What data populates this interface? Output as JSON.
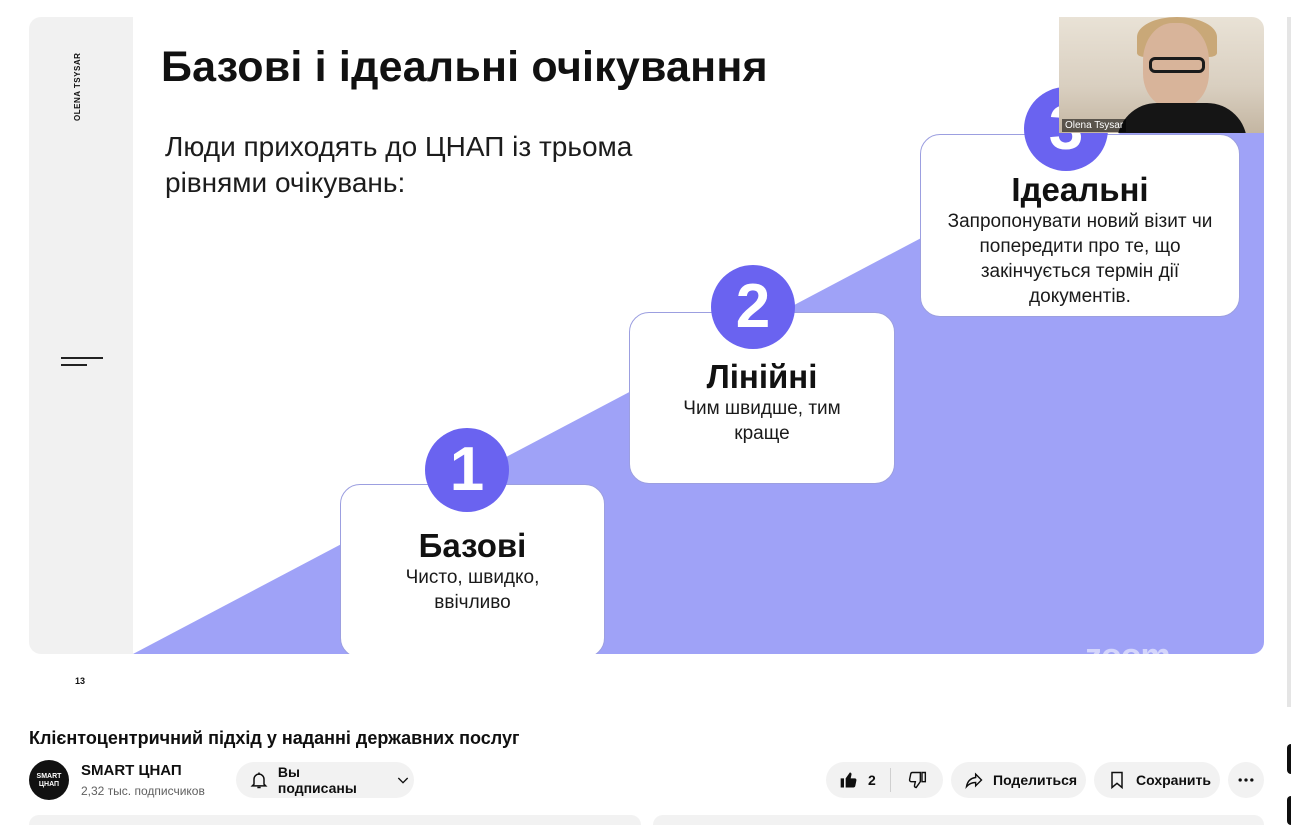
{
  "slide": {
    "brand_vertical": "OLENA TSYSAR",
    "title": "Базові і ідеальні очікування",
    "subtitle": "Люди приходять до ЦНАП із трьома рівнями очікувань:",
    "page_number": "13",
    "accent_color": "#6a63f0",
    "ramp_color": "#9fa2f7",
    "steps": [
      {
        "number": "1",
        "name": "Базові",
        "desc": "Чисто, швидко, ввічливо"
      },
      {
        "number": "2",
        "name": "Лінійні",
        "desc": "Чим швидше, тим краще"
      },
      {
        "number": "3",
        "name": "Ідеальні",
        "desc": "Запропонувати новий візит чи попередити про те, що закінчується термін дії документів."
      }
    ]
  },
  "webcam": {
    "participant_name": "Olena Tsysar"
  },
  "watermark": "zoom",
  "video": {
    "title": "Клієнтоцентричний підхід у наданні державних послуг",
    "channel": {
      "avatar_text": "SMART ЦНАП",
      "name": "SMART ЦНАП",
      "subscribers": "2,32 тыс. подписчиков"
    },
    "subscribe_label": "Вы подписаны",
    "like_count": "2",
    "share_label": "Поделиться",
    "save_label": "Сохранить"
  },
  "icons": {
    "bell": "bell-icon",
    "chevron": "chevron-down-icon",
    "like": "thumbs-up-icon",
    "dislike": "thumbs-down-icon",
    "share": "share-arrow-icon",
    "save": "bookmark-icon",
    "more": "more-horizontal-icon"
  }
}
